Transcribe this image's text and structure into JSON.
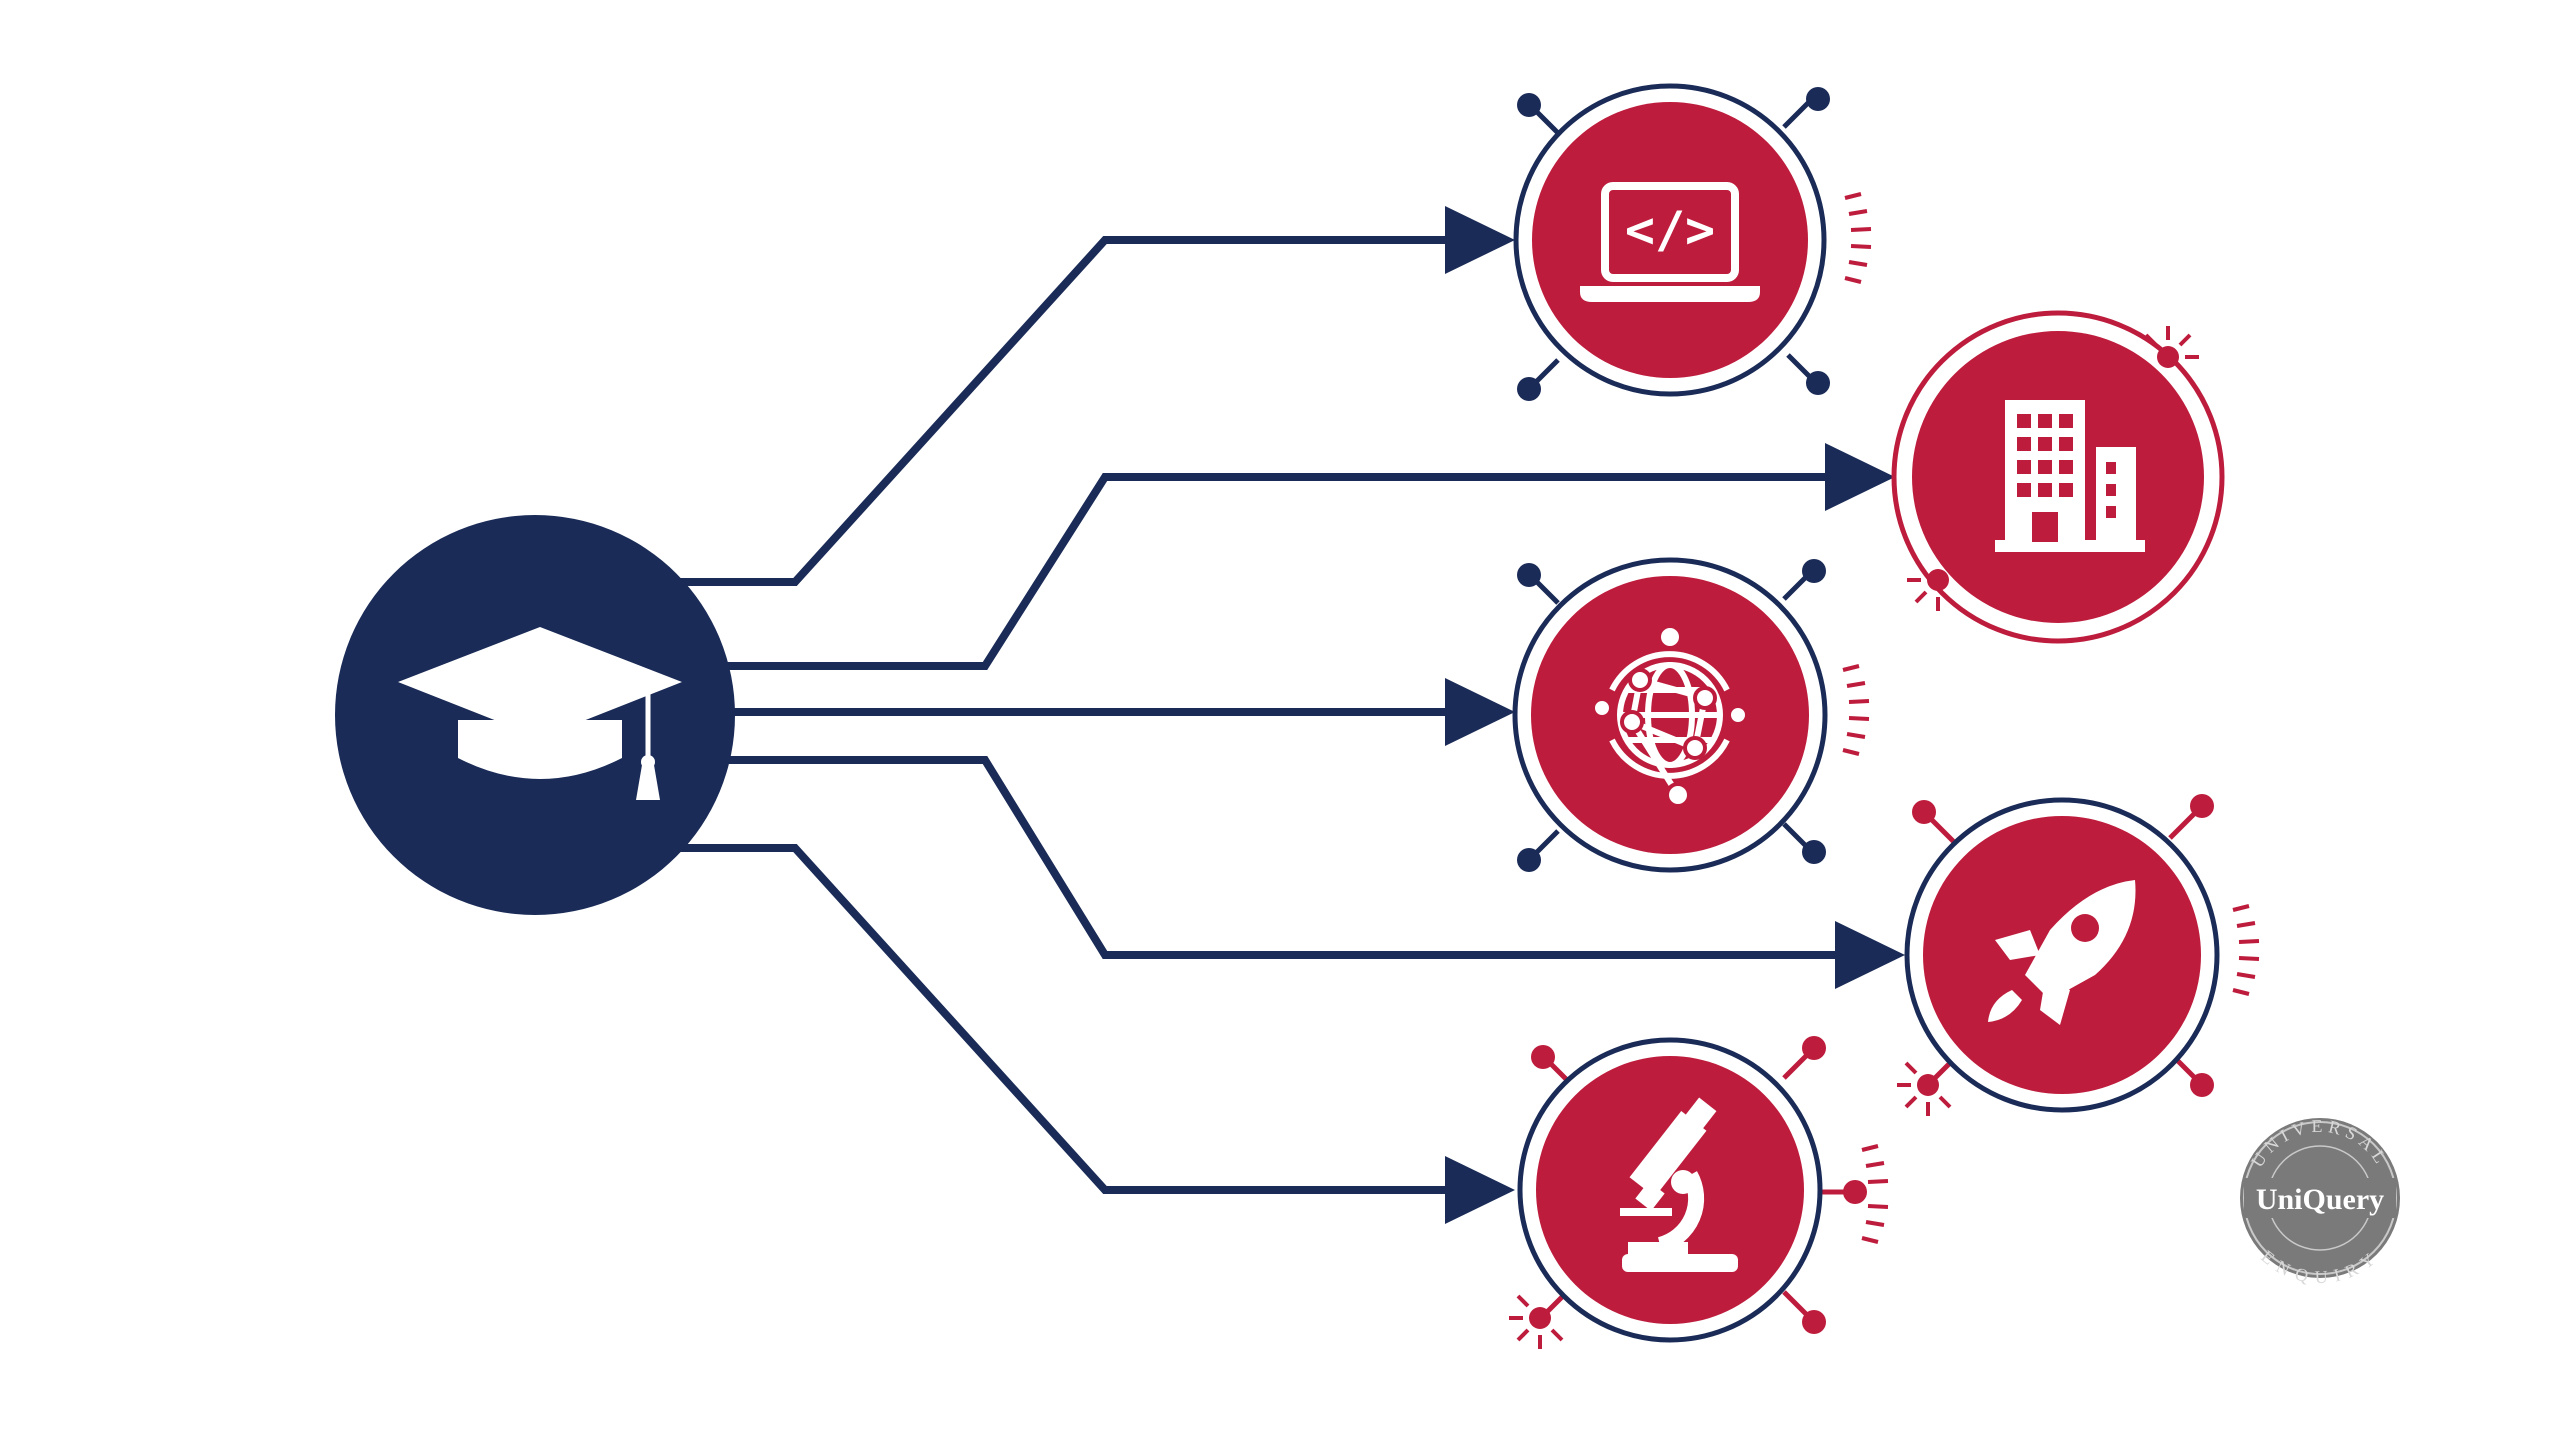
{
  "colors": {
    "navy": "#1a2b57",
    "red": "#be1c3c",
    "white": "#ffffff",
    "seal_gray": "#7a7a7a"
  },
  "source": {
    "icon": "graduation-cap-icon"
  },
  "paths": [
    {
      "id": "software",
      "icon": "laptop-code-icon",
      "code_glyph": "</>"
    },
    {
      "id": "corporate",
      "icon": "office-building-icon"
    },
    {
      "id": "global",
      "icon": "network-globe-icon"
    },
    {
      "id": "startup",
      "icon": "rocket-icon"
    },
    {
      "id": "research",
      "icon": "microscope-icon"
    }
  ],
  "watermark": {
    "name": "UniQuery",
    "top_text": "UNIVERSAL",
    "bottom_text": "ENQUIRY"
  }
}
